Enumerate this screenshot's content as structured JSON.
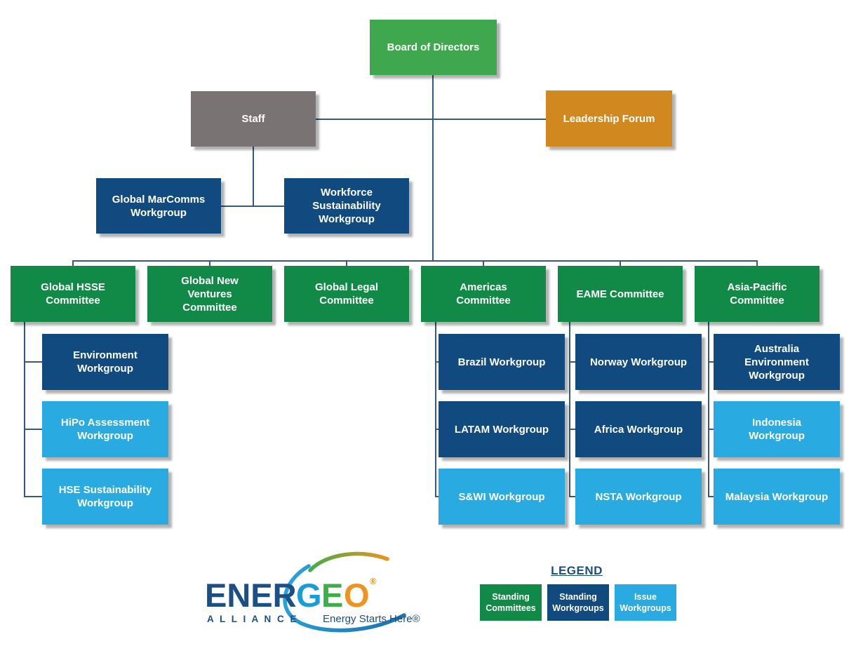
{
  "palette": {
    "board_green": "#3fa74e",
    "committee_green": "#128a47",
    "standing_workgroup_blue": "#114a7e",
    "issue_workgroup_blue": "#29abe2",
    "staff_gray": "#7a7373",
    "leadership_orange": "#d0881f",
    "connector_line": "#36597d"
  },
  "org": {
    "board": {
      "label": "Board of Directors"
    },
    "staff": {
      "label": "Staff"
    },
    "leadership_forum": {
      "label": "Leadership Forum"
    },
    "staff_workgroups": [
      {
        "label": "Global MarComms Workgroup",
        "type": "standing"
      },
      {
        "label": "Workforce Sustainability Workgroup",
        "type": "standing"
      }
    ],
    "committees": [
      {
        "label": "Global HSSE Committee"
      },
      {
        "label": "Global New Ventures Committee"
      },
      {
        "label": "Global Legal Committee"
      },
      {
        "label": "Americas Committee"
      },
      {
        "label": "EAME Committee"
      },
      {
        "label": "Asia-Pacific Committee"
      }
    ],
    "workgroup_columns": [
      {
        "committee": "Global HSSE Committee",
        "items": [
          {
            "label": "Environment Workgroup",
            "type": "standing"
          },
          {
            "label": "HiPo Assessment Workgroup",
            "type": "issue"
          },
          {
            "label": "HSE Sustainability Workgroup",
            "type": "issue"
          }
        ]
      },
      {
        "committee": "Americas Committee",
        "items": [
          {
            "label": "Brazil Workgroup",
            "type": "standing"
          },
          {
            "label": "LATAM Workgroup",
            "type": "standing"
          },
          {
            "label": "S&WI Workgroup",
            "type": "issue"
          }
        ]
      },
      {
        "committee": "EAME Committee",
        "items": [
          {
            "label": "Norway Workgroup",
            "type": "standing"
          },
          {
            "label": "Africa Workgroup",
            "type": "standing"
          },
          {
            "label": "NSTA Workgroup",
            "type": "issue"
          }
        ]
      },
      {
        "committee": "Asia-Pacific Committee",
        "items": [
          {
            "label": "Australia Environment Workgroup",
            "type": "standing"
          },
          {
            "label": "Indonesia Workgroup",
            "type": "issue"
          },
          {
            "label": "Malaysia Workgroup",
            "type": "issue"
          }
        ]
      }
    ]
  },
  "legend": {
    "title": "LEGEND",
    "items": [
      {
        "label": "Standing Committees",
        "color": "#128a47"
      },
      {
        "label": "Standing Workgroups",
        "color": "#114a7e"
      },
      {
        "label": "Issue Workgroups",
        "color": "#29abe2"
      }
    ]
  },
  "logo": {
    "word_part1": "ENER",
    "word_part2": "G",
    "word_part3": "E",
    "word_part4": "O",
    "registered": "®",
    "subtitle": "A L L I A N C E",
    "tagline": "Energy Starts Here®"
  }
}
